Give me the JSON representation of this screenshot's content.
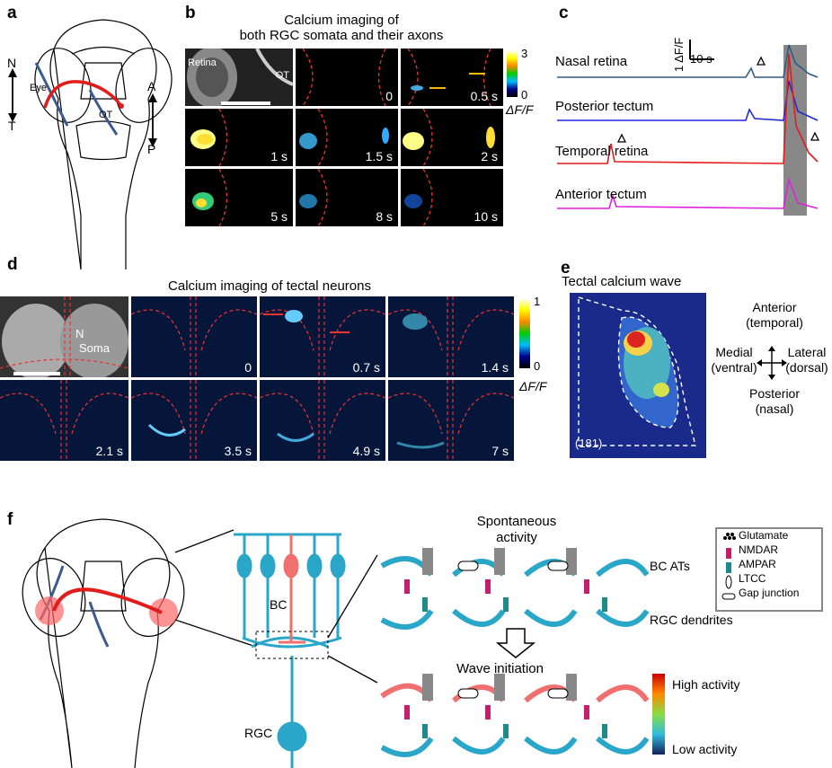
{
  "panels": {
    "a": {
      "label": "a",
      "axis_n": "N",
      "axis_t": "T",
      "axis_a": "A",
      "axis_p": "P",
      "eye": "Eye",
      "ot": "OT"
    },
    "b": {
      "label": "b",
      "title_line1": "Calcium imaging of",
      "title_line2": "both RGC somata and their axons",
      "retina": "Retina",
      "ot": "OT",
      "times": [
        "0",
        "0.5 s",
        "1 s",
        "1.5 s",
        "2 s",
        "5 s",
        "8 s",
        "10 s"
      ],
      "cbar_max": "3",
      "cbar_min": "0",
      "cbar_unit": "ΔF/F"
    },
    "c": {
      "label": "c",
      "scale_y": "1 ΔF/F",
      "scale_x": "10 s",
      "traces": [
        "Nasal retina",
        "Posterior tectum",
        "Temporal retina",
        "Anterior tectum"
      ],
      "colors": [
        "#2e5a8a",
        "#1f2ad6",
        "#e21b1b",
        "#e01fe0"
      ]
    },
    "d": {
      "label": "d",
      "title": "Calcium imaging of tectal neurons",
      "n": "N",
      "soma": "Soma",
      "times": [
        "0",
        "0.7 s",
        "1.4 s",
        "2.1 s",
        "3.5 s",
        "4.9 s",
        "7 s"
      ],
      "cbar_max": "1",
      "cbar_min": "0",
      "cbar_unit": "ΔF/F"
    },
    "e": {
      "label": "e",
      "title": "Tectal calcium wave",
      "count": "(181)",
      "anterior": "Anterior",
      "temporal": "(temporal)",
      "medial": "Medial",
      "ventral": "(ventral)",
      "lateral": "Lateral",
      "dorsal": "(dorsal)",
      "posterior": "Posterior",
      "nasal": "(nasal)"
    },
    "f": {
      "label": "f",
      "bc": "BC",
      "rgc": "RGC",
      "spontaneous_line1": "Spontaneous",
      "spontaneous_line2": "activity",
      "wave_initiation": "Wave initiation",
      "bc_ats": "BC ATs",
      "rgc_dendrites": "RGC dendrites",
      "legend": [
        "Glutamate",
        "NMDAR",
        "AMPAR",
        "LTCC",
        "Gap junction"
      ],
      "high_activity": "High activity",
      "low_activity": "Low activity"
    }
  }
}
